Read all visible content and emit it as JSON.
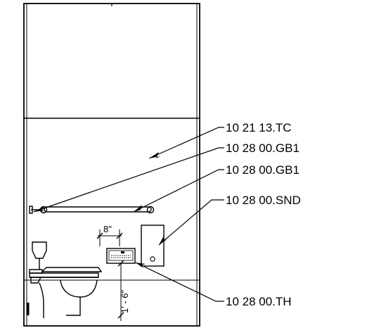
{
  "callouts": [
    {
      "id": "partition",
      "tag": "10 21 13.TC"
    },
    {
      "id": "grab-bar-side",
      "tag": "10 28 00.GB1"
    },
    {
      "id": "grab-bar-rear",
      "tag": "10 28 00.GB1"
    },
    {
      "id": "napkin-disposal",
      "tag": "10 28 00.SND"
    },
    {
      "id": "tissue-holder",
      "tag": "10 28 00.TH"
    }
  ],
  "dimensions": {
    "holder_offset": "8\"",
    "holder_height": "1' - 6\""
  },
  "colors": {
    "line": "#000000",
    "background": "#ffffff"
  }
}
